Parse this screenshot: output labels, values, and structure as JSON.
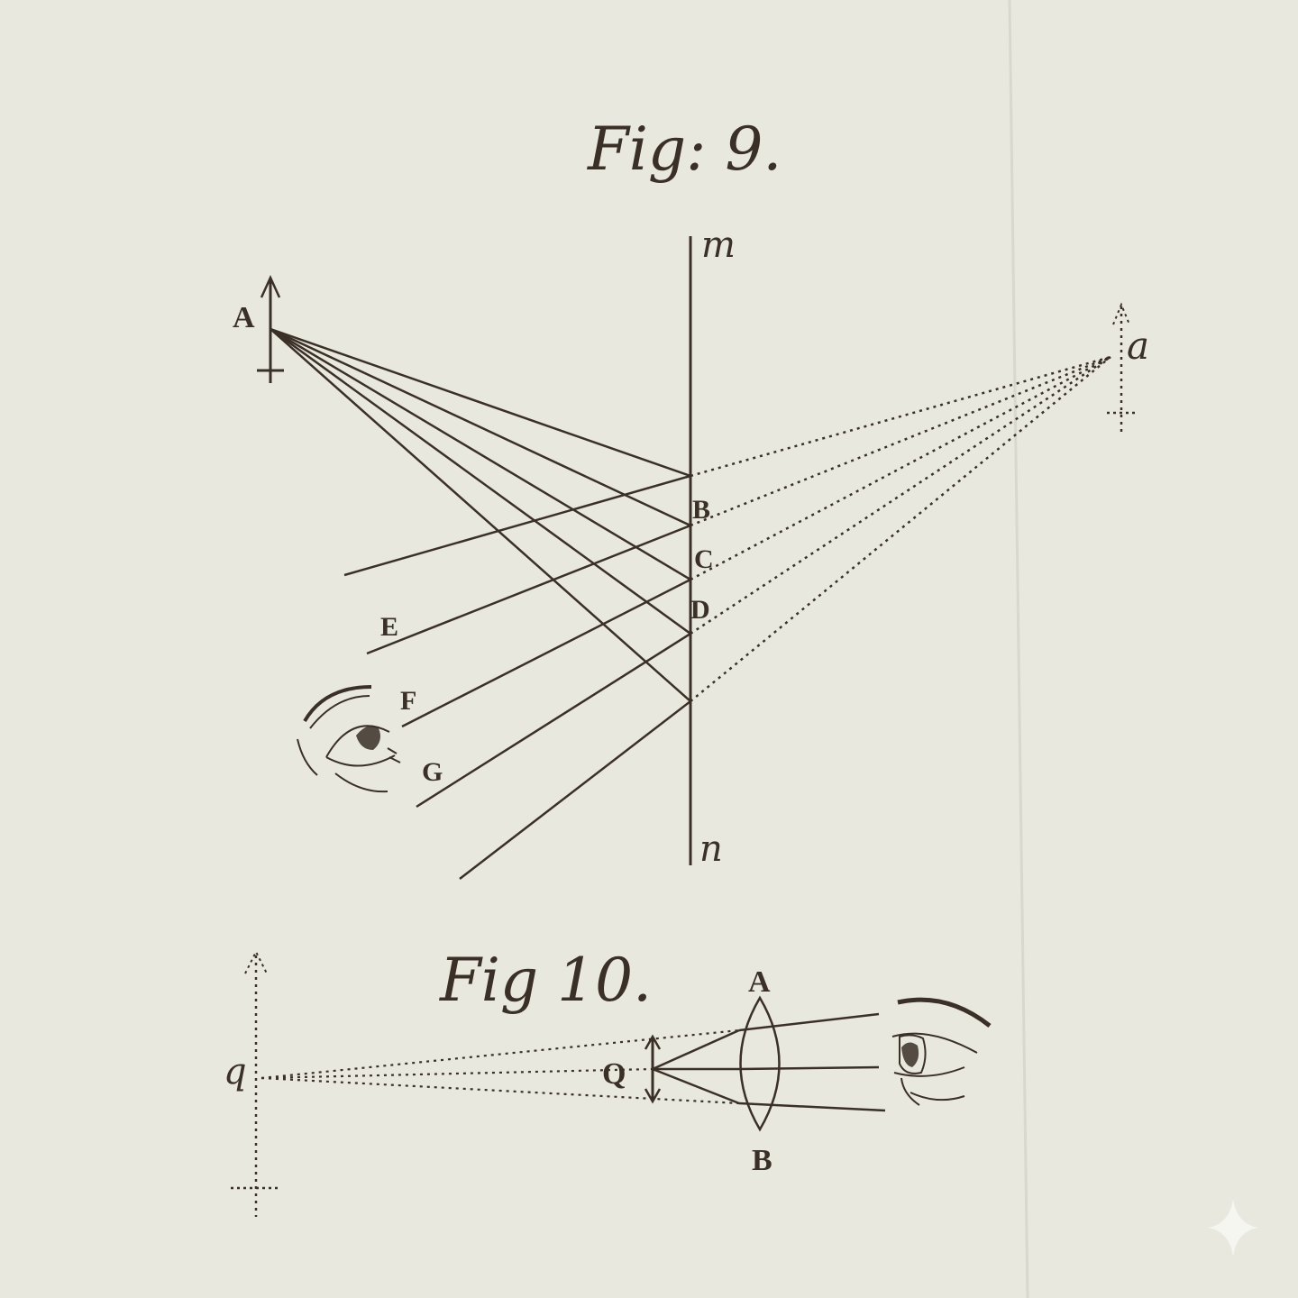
{
  "fig9": {
    "title": "Fig: 9.",
    "labels": {
      "A": "A",
      "a": "a",
      "m": "m",
      "n": "n",
      "B": "B",
      "C": "C",
      "D": "D",
      "E": "E",
      "F": "F",
      "G": "G"
    }
  },
  "fig10": {
    "title": "Fig 10.",
    "labels": {
      "q": "q",
      "Q": "Q",
      "A": "A",
      "B": "B"
    }
  },
  "colors": {
    "ink": "#3a3028",
    "paper": "#e9e8df"
  }
}
